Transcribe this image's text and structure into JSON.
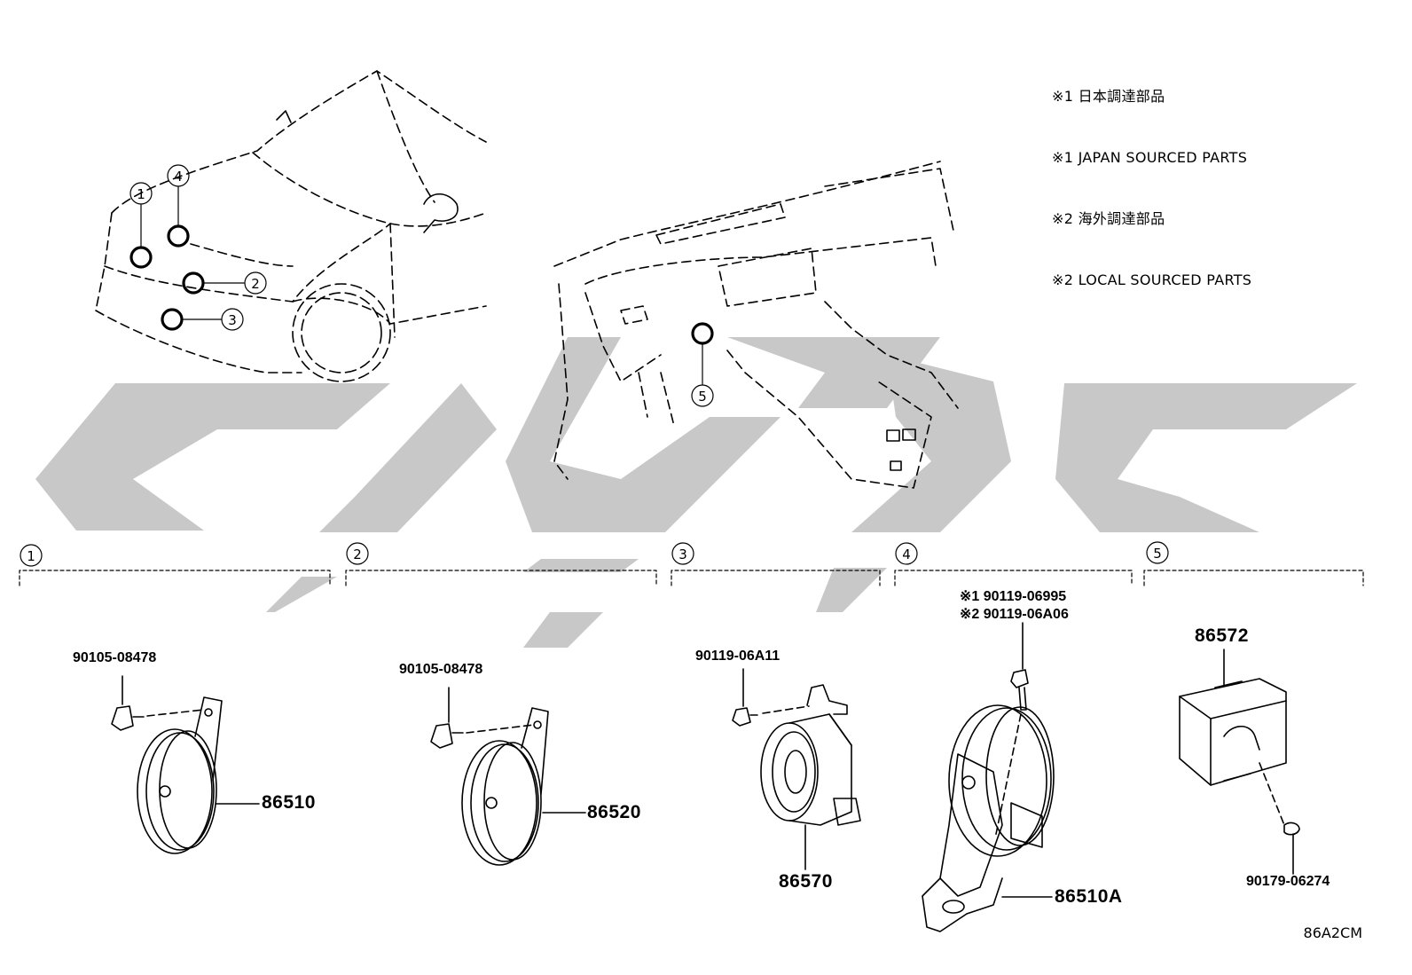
{
  "notes": [
    "※1 日本調達部品",
    "※1 JAPAN SOURCED PARTS",
    "※2 海外調達部品",
    "※2 LOCAL SOURCED PARTS"
  ],
  "location_markers": [
    "1",
    "2",
    "3",
    "4",
    "5"
  ],
  "section_headers": [
    "1",
    "2",
    "3",
    "4",
    "5"
  ],
  "parts": {
    "bolt_1": "90105-08478",
    "horn_1": "86510",
    "bolt_2": "90105-08478",
    "horn_2": "86520",
    "bolt_3": "90119-06A11",
    "horn_3": "86570",
    "bolt_4_jp": "※1 90119-06995",
    "bolt_4_local": "※2 90119-06A06",
    "horn_4": "86510A",
    "module_5": "86572",
    "clip_5": "90179-06274"
  },
  "diagram_code": "86A2CM",
  "watermark_color": "#c8c8c8"
}
